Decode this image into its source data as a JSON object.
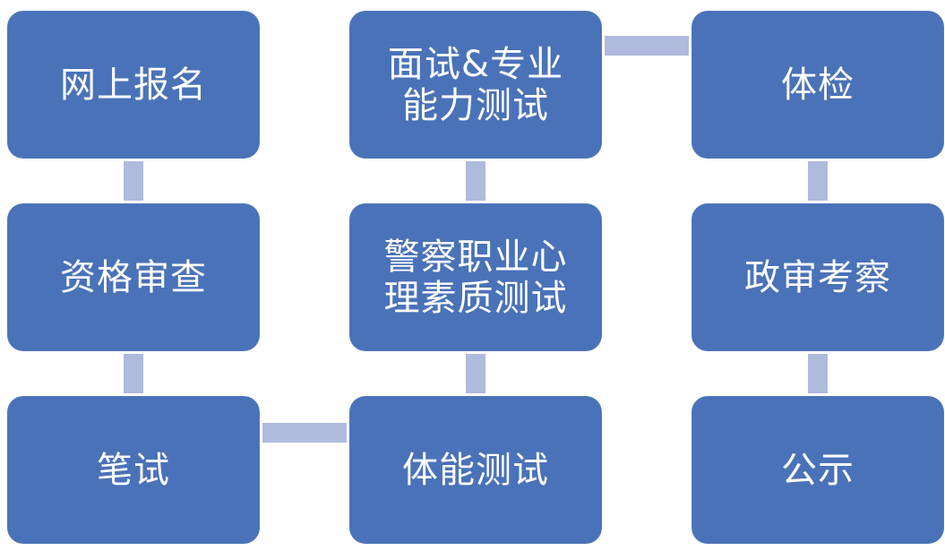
{
  "steps": [
    {
      "label": "网上报名"
    },
    {
      "label": "资格审查"
    },
    {
      "label": "笔试"
    },
    {
      "label": "体能测试"
    },
    {
      "label": "警察职业心\n理素质测试"
    },
    {
      "label": "面试&专业\n能力测试"
    },
    {
      "label": "体检"
    },
    {
      "label": "政审考察"
    },
    {
      "label": "公示"
    }
  ],
  "colors": {
    "box": "#4a72b8",
    "connector": "#afbbdc",
    "text": "#ffffff"
  }
}
